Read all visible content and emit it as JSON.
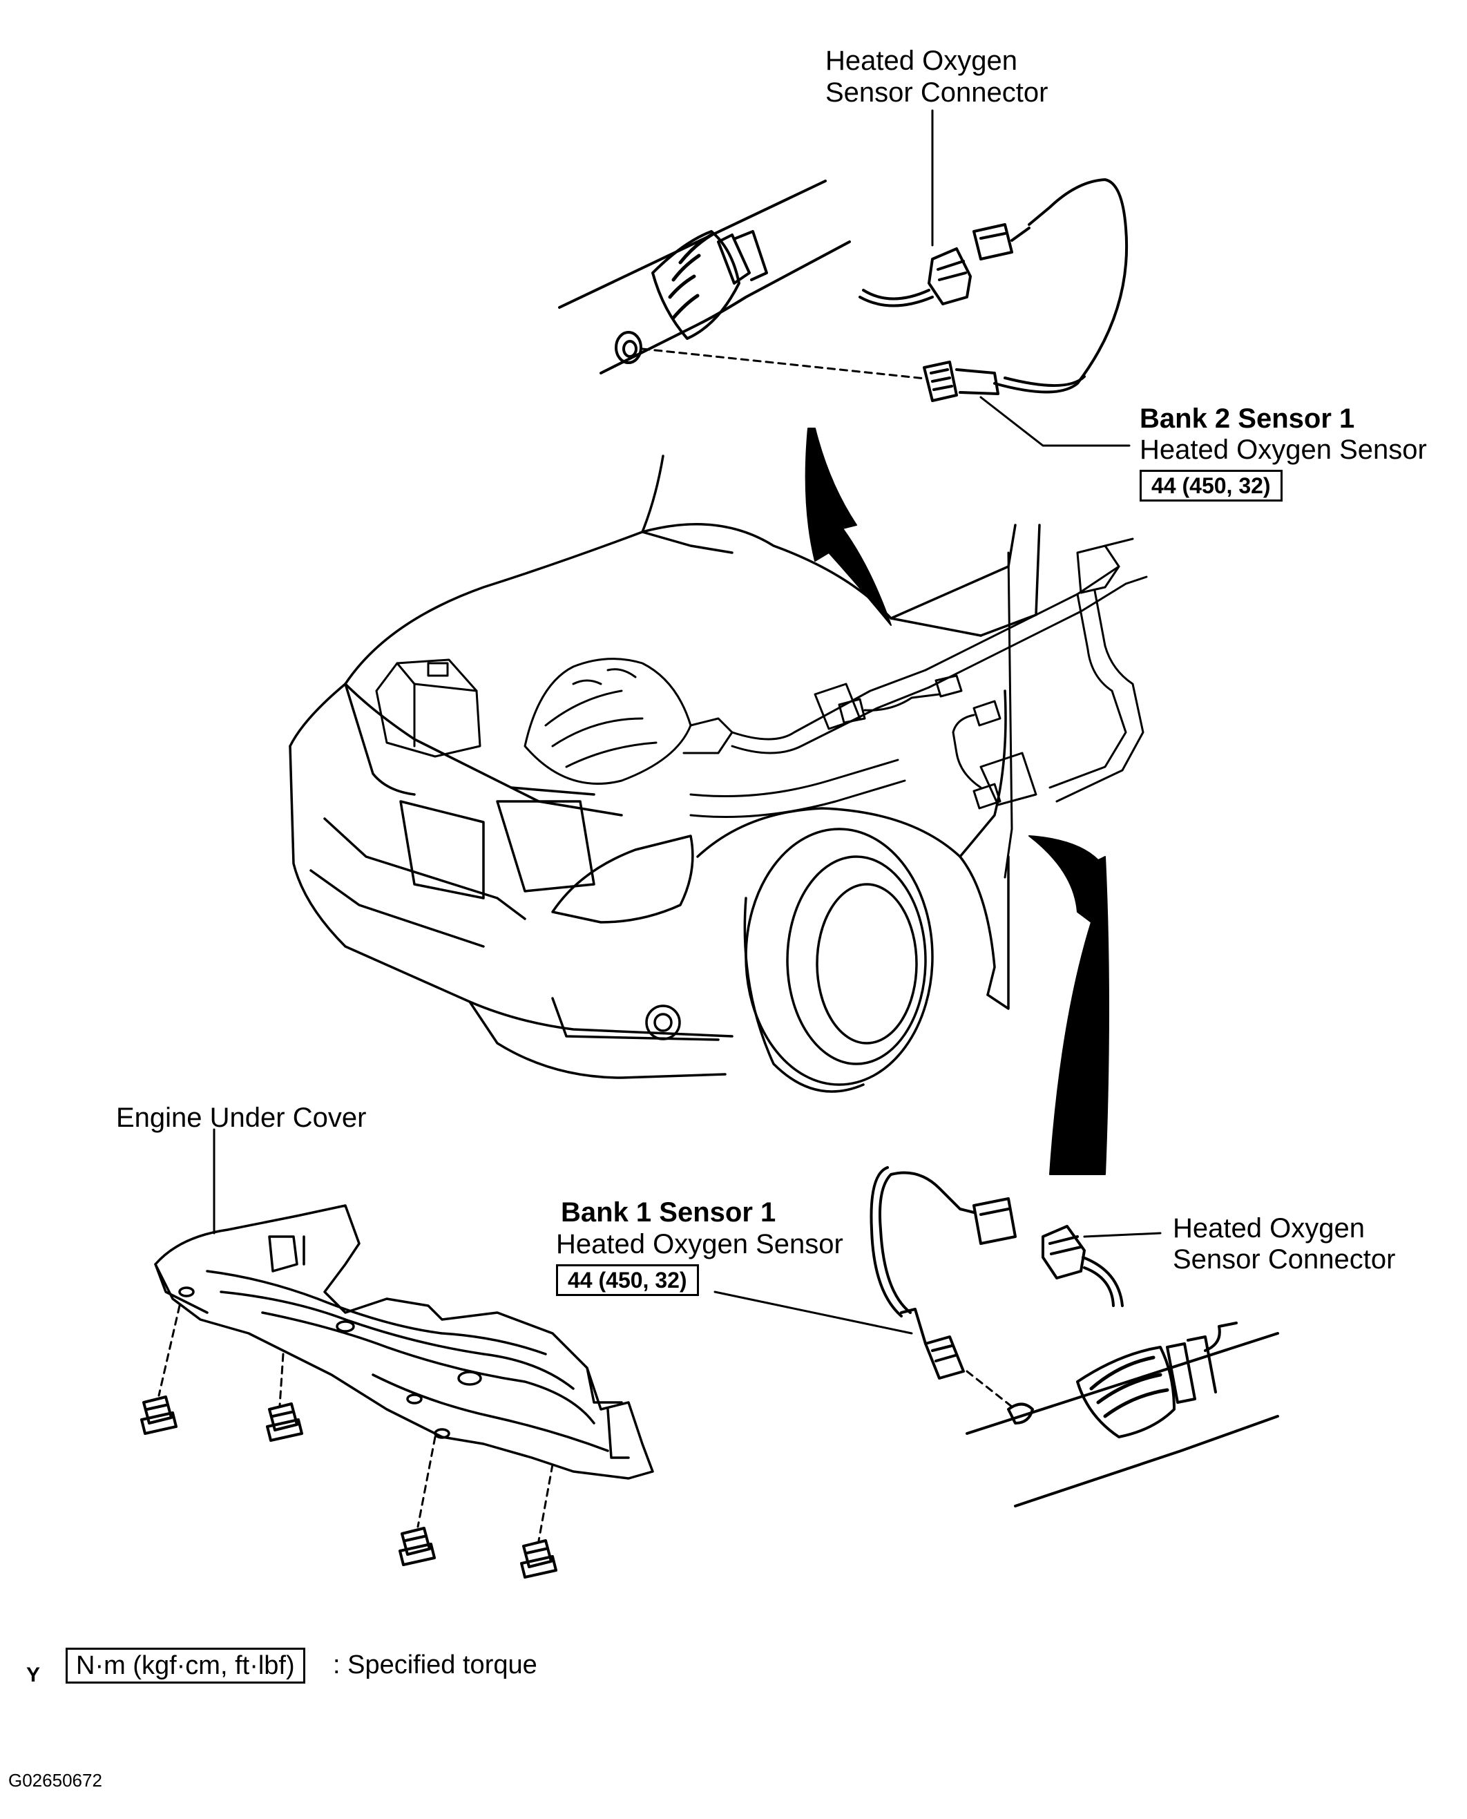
{
  "labels": {
    "top_connector": [
      "Heated Oxygen",
      "Sensor Connector"
    ],
    "bank2": {
      "title": "Bank 2 Sensor 1",
      "sub": "Heated Oxygen Sensor",
      "torque": "44 (450, 32)"
    },
    "bank1": {
      "title": "Bank 1 Sensor 1",
      "sub": "Heated Oxygen Sensor",
      "torque": "44 (450, 32)"
    },
    "bottom_connector": [
      "Heated Oxygen",
      "Sensor Connector"
    ],
    "under_cover": "Engine Under Cover"
  },
  "legend": {
    "marker": "Y",
    "unit_box": "N·m (kgf·cm, ft·lbf)",
    "text": ": Specified torque"
  },
  "figure_code": "G02650672",
  "colors": {
    "ink": "#000000",
    "paper": "#ffffff"
  }
}
